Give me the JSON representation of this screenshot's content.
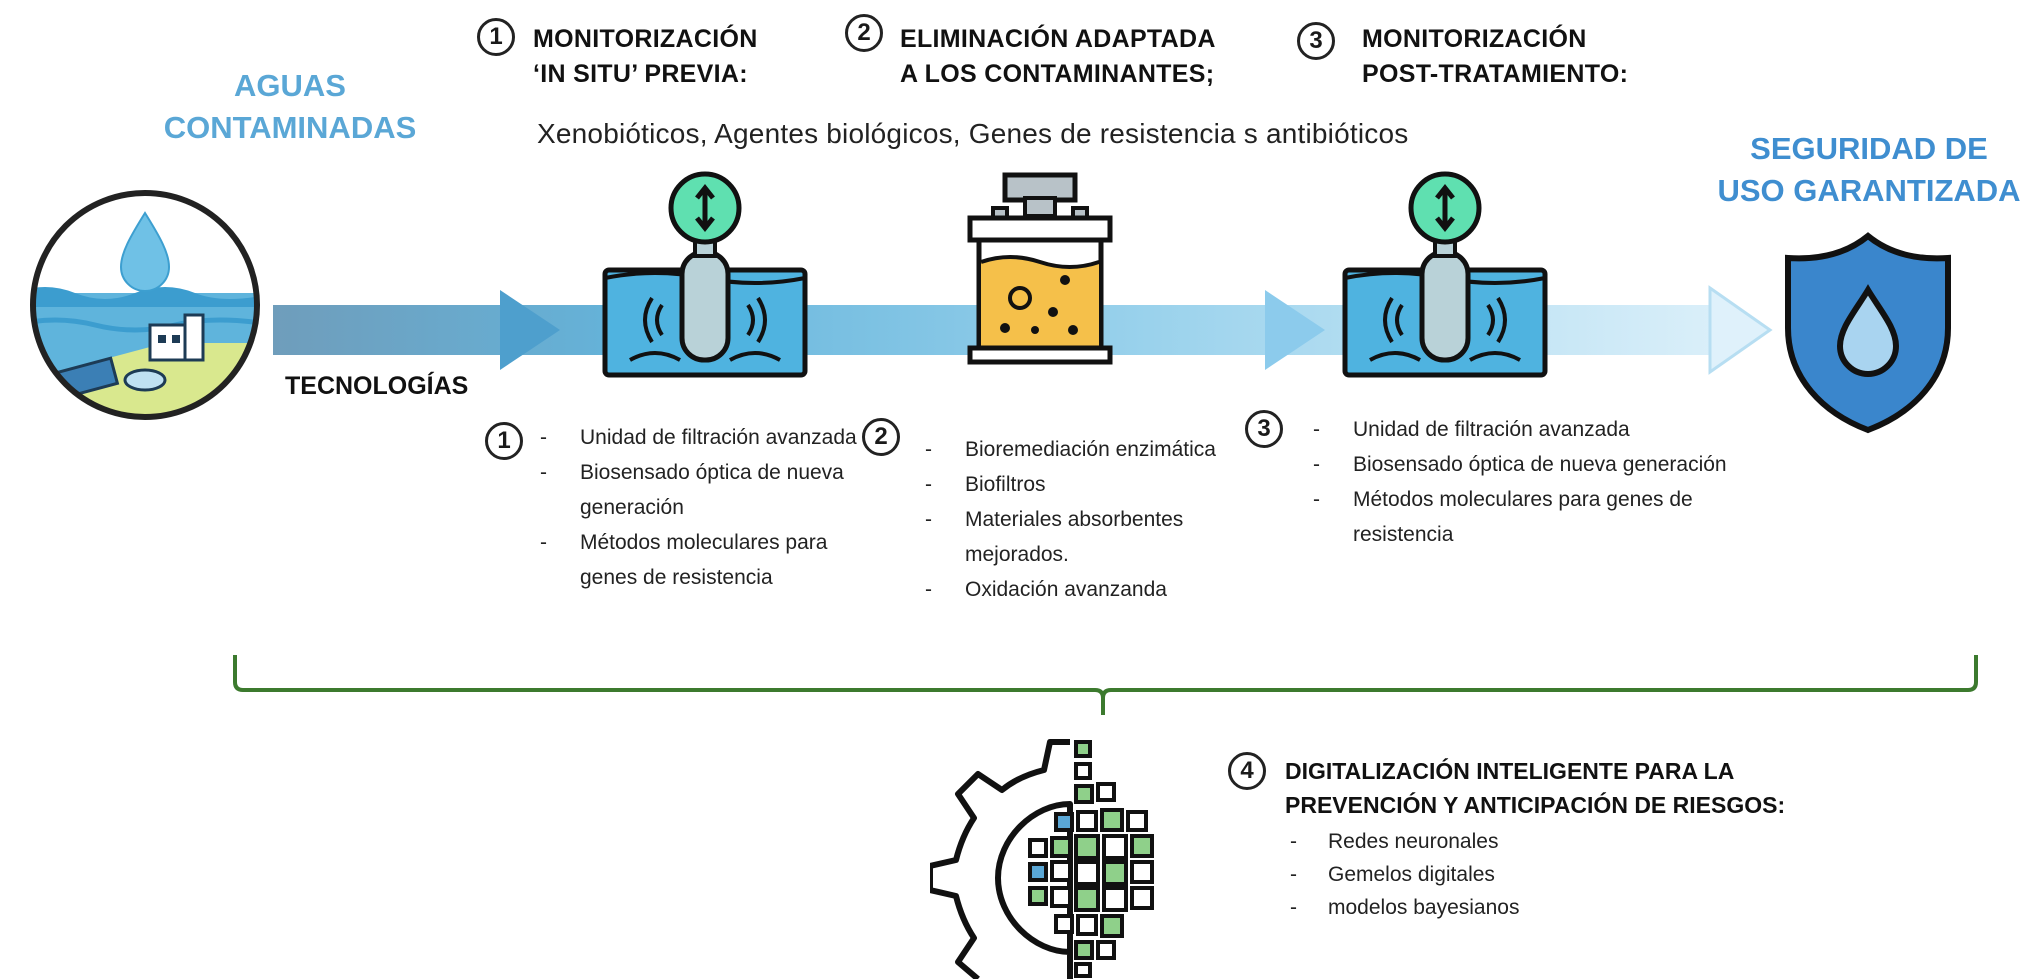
{
  "left": {
    "title_line1": "AGUAS",
    "title_line2": "CONTAMINADAS"
  },
  "right": {
    "title_line1": "SEGURIDAD DE",
    "title_line2": "USO GARANTIZADA"
  },
  "technologies_label": "TECNOLOGÍAS",
  "pollutants": "Xenobióticos, Agentes biológicos, Genes de resistencia s antibióticos",
  "steps": [
    {
      "number": "1",
      "title_line1": "MONITORIZACIÓN",
      "title_line2": "‘IN SITU’ PREVIA:",
      "items": [
        "Unidad de filtración avanzada",
        "Biosensado óptica de nueva generación",
        "Métodos moleculares para genes de resistencia"
      ]
    },
    {
      "number": "2",
      "title_line1": "ELIMINACIÓN ADAPTADA",
      "title_line2": "A LOS CONTAMINANTES;",
      "items": [
        "Bioremediación enzimática",
        "Biofiltros",
        "Materiales absorbentes mejorados.",
        "Oxidación avanzanda"
      ]
    },
    {
      "number": "3",
      "title_line1": "MONITORIZACIÓN",
      "title_line2": "POST-TRATAMIENTO:",
      "items": [
        "Unidad de filtración avanzada",
        "Biosensado óptica de nueva generación",
        "Métodos moleculares para genes de resistencia"
      ]
    },
    {
      "number": "4",
      "title_line1": "DIGITALIZACIÓN INTELIGENTE PARA LA",
      "title_line2": "PREVENCIÓN Y ANTICIPACIÓN DE RIESGOS:",
      "items": [
        "Redes neuronales",
        "Gemelos digitales",
        "modelos bayesianos"
      ]
    }
  ],
  "icons": [
    "water-landscape-icon",
    "sensor-probe-icon",
    "bioreactor-icon",
    "shield-drop-icon",
    "digital-gear-icon"
  ],
  "colors": {
    "title_blue": "#5aa7d6",
    "shield_blue": "#3a86cc",
    "bracket_green": "#3c7a2e",
    "sensor_green": "#5fe0b0",
    "chip_green": "#8fd08a"
  }
}
